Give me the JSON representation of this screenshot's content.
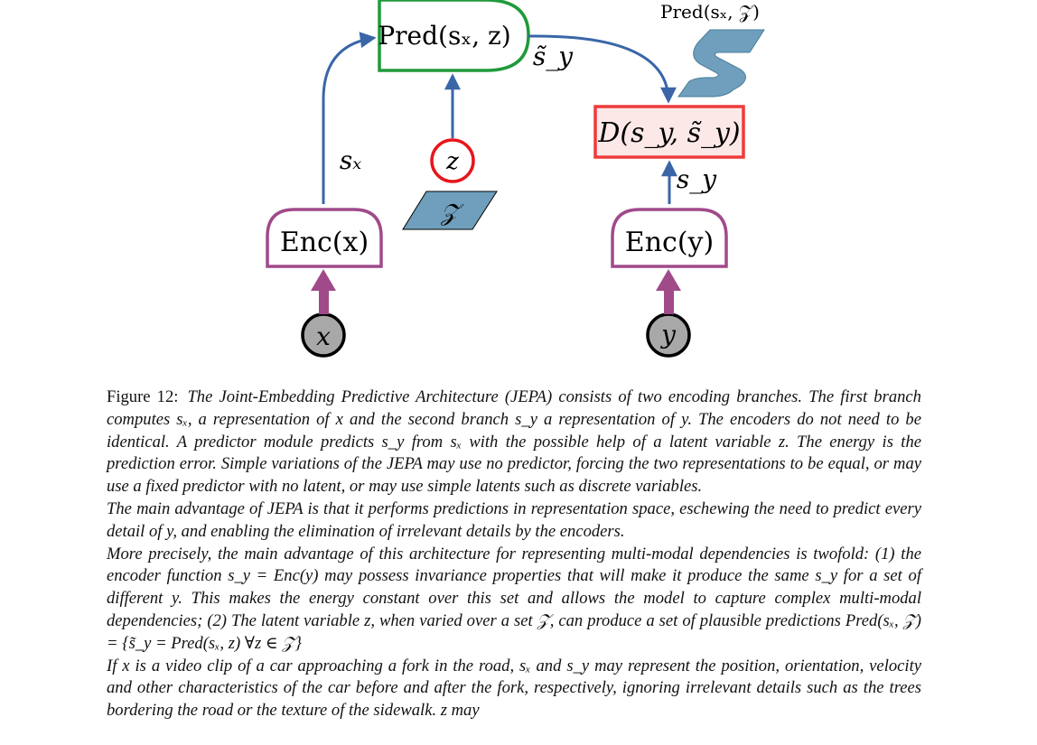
{
  "figure": {
    "nodes": {
      "x": "x",
      "y": "y",
      "z": "z",
      "latent_set": "𝒵"
    },
    "modules": {
      "enc_x": "Enc(x)",
      "enc_y": "Enc(y)",
      "pred": "Pred(sₓ, z)",
      "energy": "D(s_y, s̃_y)"
    },
    "edge_labels": {
      "s_x": "sₓ",
      "s_y": "s_y",
      "s_tilde_y": "s̃_y"
    },
    "pred_set_label": "Pred(sₓ, 𝒵)",
    "colors": {
      "encoder": "#a04a8a",
      "predictor": "#1f9a3a",
      "energy_border": "#ee3b3b",
      "energy_fill": "#fde8e8",
      "arrow": "#3a66a8",
      "latent_node": "#e8151b",
      "shape_fill": "#6f9fbc",
      "observed_fill": "#a8a8a8"
    }
  },
  "caption": {
    "label": "Figure 12:",
    "p1": "The Joint-Embedding Predictive Architecture (JEPA) consists of two encoding branches. The first branch computes sₓ, a representation of x and the second branch s_y a representation of y. The encoders do not need to be identical. A predictor module predicts s_y from sₓ with the possible help of a latent variable z. The energy is the prediction error. Simple variations of the JEPA may use no predictor, forcing the two representations to be equal, or may use a fixed predictor with no latent, or may use simple latents such as discrete variables.",
    "p2": "The main advantage of JEPA is that it performs predictions in representation space, eschewing the need to predict every detail of y, and enabling the elimination of irrelevant details by the encoders.",
    "p3": "More precisely, the main advantage of this architecture for representing multi-modal dependencies is twofold: (1) the encoder function s_y = Enc(y) may possess invariance properties that will make it produce the same s_y for a set of different y. This makes the energy constant over this set and allows the model to capture complex multi-modal dependencies; (2) The latent variable z, when varied over a set 𝒵, can produce a set of plausible predictions Pred(sₓ, 𝒵) = {s̃_y = Pred(sₓ, z) ∀z ∈ 𝒵}",
    "p4": "If x is a video clip of a car approaching a fork in the road, sₓ and s_y may represent the position, orientation, velocity and other characteristics of the car before and after the fork, respectively, ignoring irrelevant details such as the trees bordering the road or the texture of the sidewalk. z may"
  }
}
